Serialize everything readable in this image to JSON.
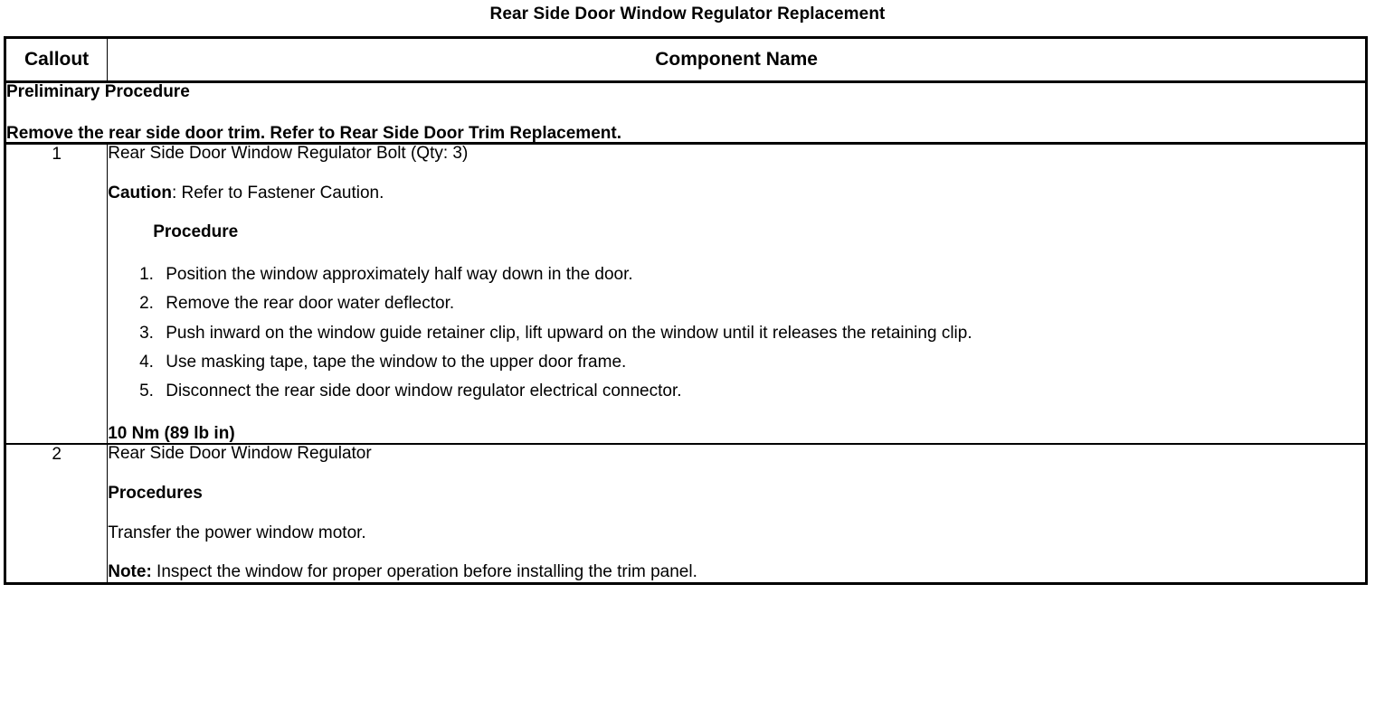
{
  "document": {
    "title": "Rear Side Door Window Regulator Replacement"
  },
  "table": {
    "headers": {
      "callout": "Callout",
      "component_name": "Component Name"
    },
    "preliminary": {
      "heading": "Preliminary Procedure",
      "text": "Remove the rear side door trim. Refer to Rear Side Door Trim Replacement."
    },
    "rows": [
      {
        "callout": "1",
        "component": "Rear Side Door Window Regulator Bolt (Qty: 3)",
        "caution_label": "Caution",
        "caution_text": ": Refer to Fastener Caution.",
        "procedure_heading": "Procedure",
        "steps": [
          "Position the window approximately half way down in the door.",
          "Remove the rear door water deflector.",
          "Push inward on the window guide retainer clip, lift upward on the window until it releases the retaining clip.",
          "Use masking tape, tape the window to the upper door frame.",
          "Disconnect the rear side door window regulator electrical connector."
        ],
        "torque": "10 Nm (89 lb in)"
      },
      {
        "callout": "2",
        "component": "Rear Side Door Window Regulator",
        "procedures_heading": "Procedures",
        "procedure_text": "Transfer the power window motor.",
        "note_label": "Note:",
        "note_text": " Inspect the window for proper operation before installing the trim panel."
      }
    ]
  }
}
